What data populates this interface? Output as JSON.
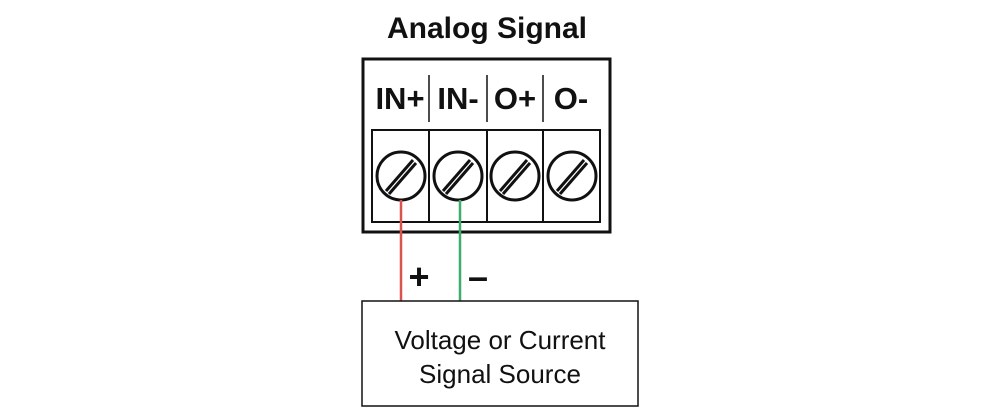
{
  "title": "Analog Signal",
  "terminals": [
    {
      "label": "IN+"
    },
    {
      "label": "IN-"
    },
    {
      "label": "O+"
    },
    {
      "label": "O-"
    }
  ],
  "wires": [
    {
      "polarity": "+",
      "color": "#d9534f"
    },
    {
      "polarity": "–",
      "color": "#3cae6a"
    }
  ],
  "source": {
    "line1": "Voltage or Current",
    "line2": "Signal Source"
  },
  "colors": {
    "outline": "#111111",
    "background": "#ffffff"
  }
}
